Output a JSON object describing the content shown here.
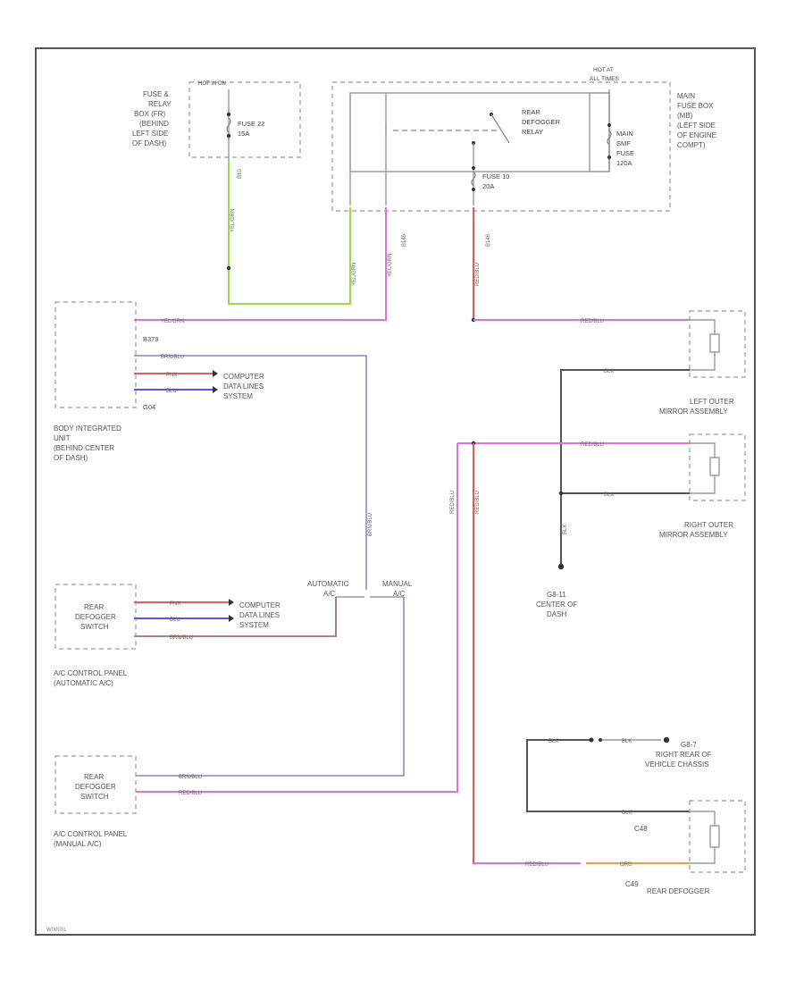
{
  "fuse_box_left": {
    "header": "HOT IN ON",
    "fuse": [
      "FUSE 22",
      "15A"
    ],
    "connector": "B10",
    "label": [
      "FUSE &",
      "RELAY",
      "BOX (FR)",
      "(BEHIND",
      "LEFT SIDE",
      "OF DASH)"
    ]
  },
  "main_fuse_box": {
    "header": [
      "HOT AT",
      "ALL TIMES"
    ],
    "relay": [
      "REAR",
      "DEFOGGER",
      "RELAY"
    ],
    "fuse": [
      "FUSE 10",
      "20A"
    ],
    "main_fuse": [
      "MAIN",
      "SMF",
      "FUSE",
      "120A"
    ],
    "label": [
      "MAIN",
      "FUSE BOX",
      "(MB)",
      "(LEFT SIDE",
      "OF ENGINE",
      "COMPT)"
    ],
    "connectors": [
      "B145",
      "B146"
    ]
  },
  "biu": {
    "connector_top": "B379",
    "connector_bottom": "G04",
    "wire_top": "YEL/GRN",
    "wire_mid": "BRN/BLU",
    "wire_pink": "PNK",
    "wire_blue": "BLU",
    "data_lines": [
      "COMPUTER",
      "DATA LINES",
      "SYSTEM"
    ],
    "label": [
      "BODY INTEGRATED",
      "UNIT",
      "(BEHIND CENTER",
      "OF DASH)"
    ]
  },
  "left_mirror": {
    "wire_power": "RED/BLU",
    "wire_ground": "BLK",
    "label": [
      "LEFT OUTER",
      "MIRROR ASSEMBLY"
    ]
  },
  "right_mirror": {
    "wire_power": "RED/BLU",
    "wire_ground": "BLK",
    "label": [
      "RIGHT OUTER",
      "MIRROR ASSEMBLY"
    ]
  },
  "ground_center": {
    "wire": "BLK",
    "label": [
      "G8-11",
      "CENTER OF",
      "DASH"
    ]
  },
  "switch_auto": {
    "label": [
      "REAR",
      "DEFOGGER",
      "SWITCH"
    ],
    "panel": [
      "A/C CONTROL PANEL",
      "(AUTOMATIC A/C)"
    ],
    "wire_pink": "PNK",
    "wire_blue": "BLU",
    "wire_brn": "BRN/BLU",
    "data_lines": [
      "COMPUTER",
      "DATA LINES",
      "SYSTEM"
    ]
  },
  "switch_manual": {
    "label": [
      "REAR",
      "DEFOGGER",
      "SWITCH"
    ],
    "panel": [
      "A/C CONTROL PANEL",
      "(MANUAL A/C)"
    ],
    "wire_brn": "BRN/BLU",
    "wire_red": "RED/BLU"
  },
  "variant_labels": {
    "automatic": [
      "AUTOMATIC",
      "A/C"
    ],
    "manual": [
      "MANUAL",
      "A/C"
    ]
  },
  "rear_defogger": {
    "ground": [
      "G8-7",
      "RIGHT REAR OF",
      "VEHICLE CHASSIS"
    ],
    "ground_wire": "BLK",
    "conn_top": "C48",
    "conn_bottom": "C49",
    "wire_power": "RED/BLU",
    "wire_org": "ORG",
    "label": "REAR DEFOGGER"
  },
  "diagram_code": "W00001",
  "colors": {
    "green": "#9bdc45",
    "pink": "#e070e0",
    "red": "#e85a5a",
    "blue": "#5757e0",
    "lavender": "#9898d8",
    "brown": "#a07070",
    "orange": "#f0a030",
    "gray": "#555555"
  }
}
